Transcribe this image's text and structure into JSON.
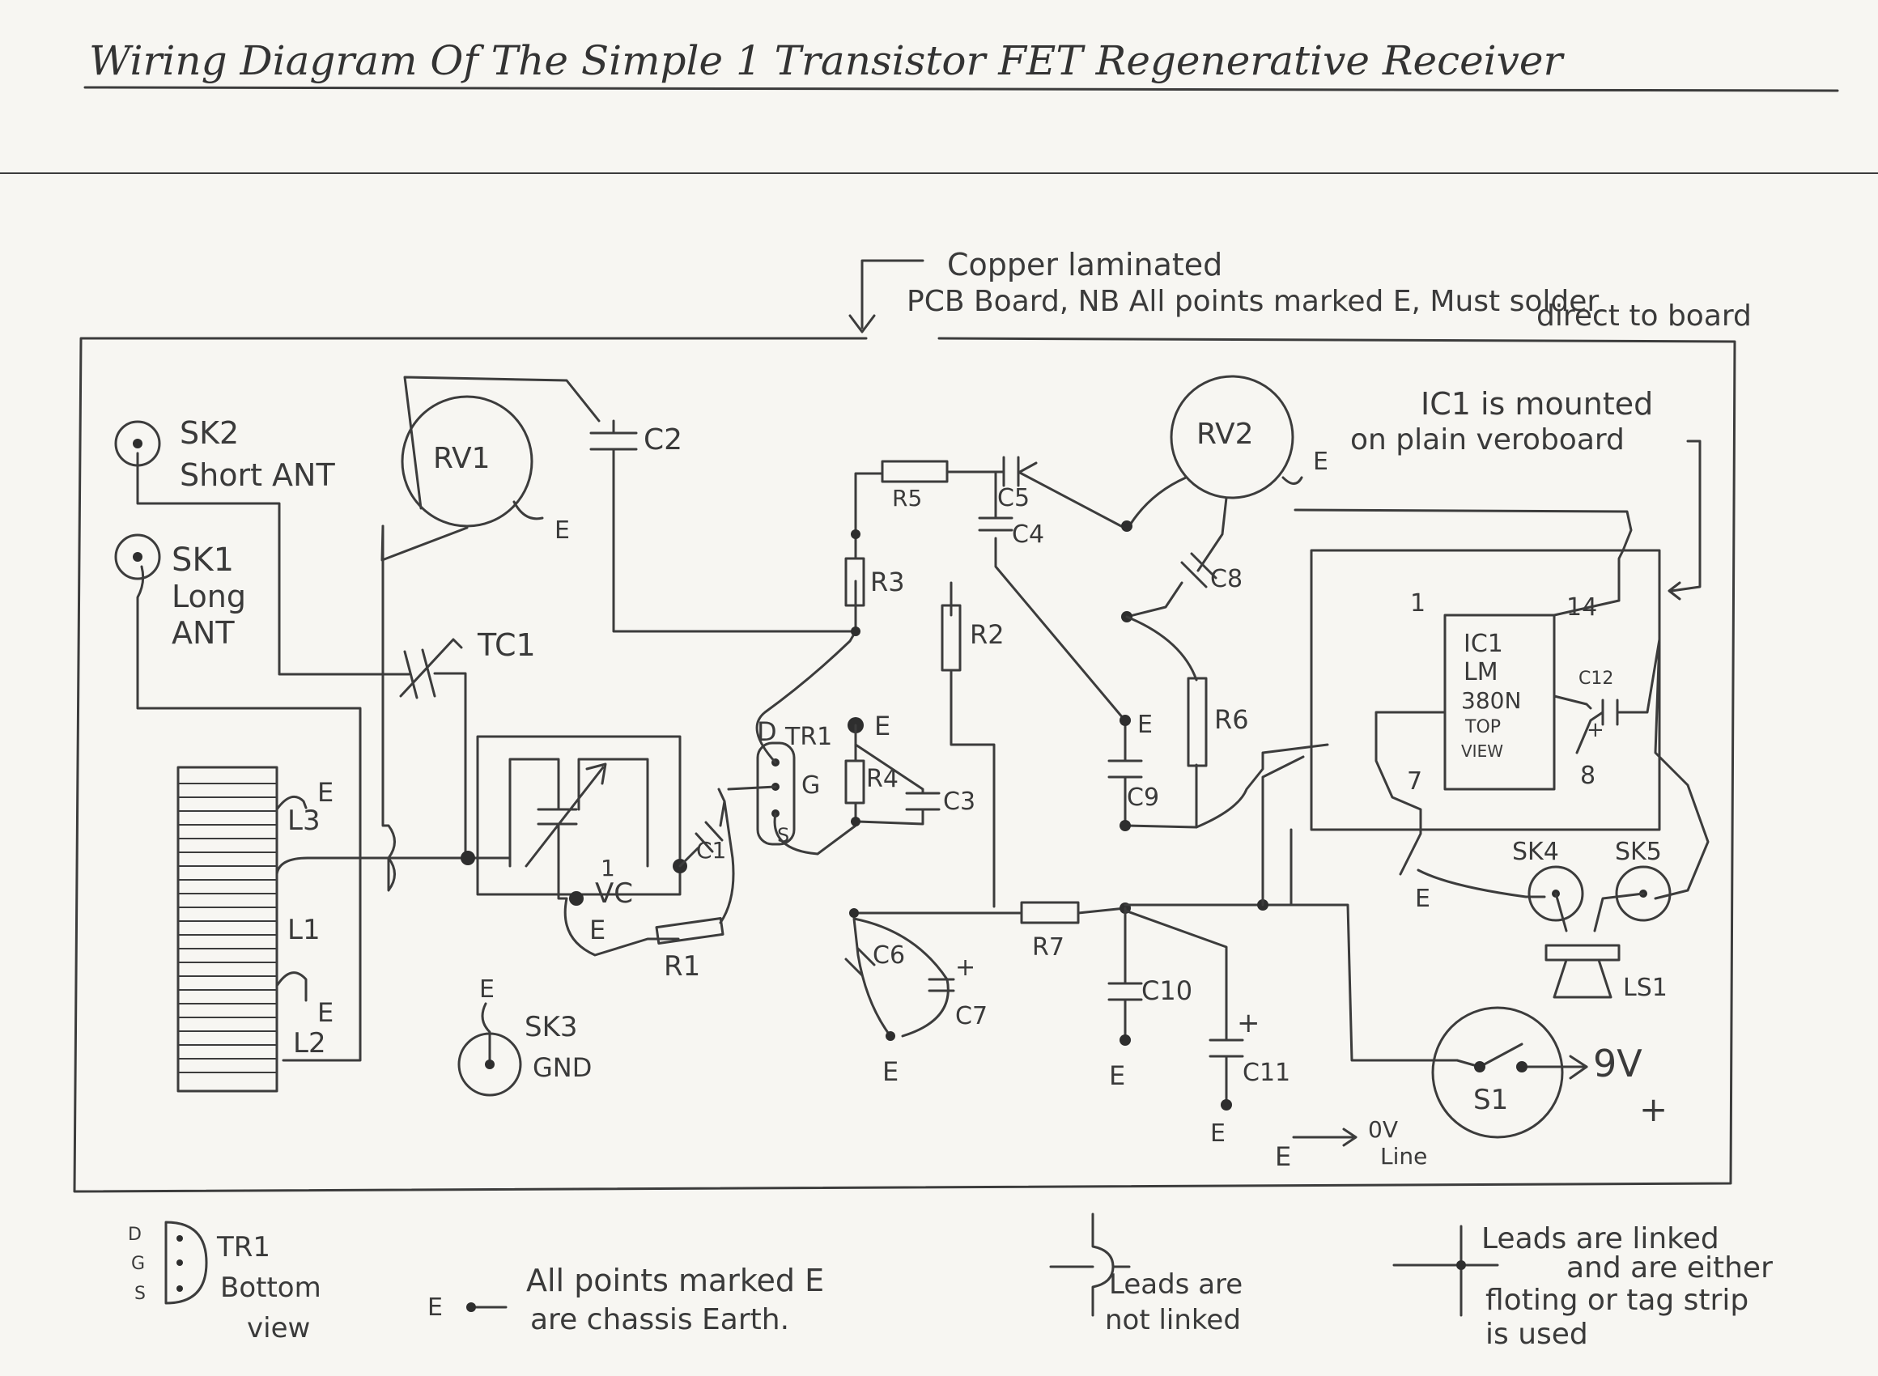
{
  "title": "Wiring Diagram Of The Simple 1 Transistor FET Regenerative Receiver",
  "board_note": {
    "line1": "Copper laminated",
    "line2": "PCB Board, NB All points marked E, Must solder",
    "line3": "direct to board"
  },
  "ic_note": {
    "line1": "IC1 is mounted",
    "line2": "on plain veroboard"
  },
  "components": {
    "sk2": "SK2",
    "sk2_desc": "Short ANT",
    "sk1": "SK1",
    "sk1_desc1": "Long",
    "sk1_desc2": "ANT",
    "rv1": "RV1",
    "rv2": "RV2",
    "c1": "C1",
    "c2": "C2",
    "c3": "C3",
    "c4": "C4",
    "c5": "C5",
    "c6": "C6",
    "c7": "C7",
    "c8": "C8",
    "c9": "C9",
    "c10": "C10",
    "c11": "C11",
    "c12": "C12",
    "r1": "R1",
    "r2": "R2",
    "r3": "R3",
    "r4": "R4",
    "r5": "R5",
    "r6": "R6",
    "r7": "R7",
    "tc1": "TC1",
    "vc1": "VC",
    "vc1_num": "1",
    "tr1": "TR1",
    "d": "D",
    "g": "G",
    "s": "S",
    "l1": "L1",
    "l2": "L2",
    "l3": "L3",
    "sk3": "SK3",
    "sk3_desc": "GND",
    "sk4": "SK4",
    "sk5": "SK5",
    "ls1": "LS1",
    "s1": "S1",
    "ic1_lines": [
      "IC1",
      "LM",
      "380N",
      "TOP",
      "VIEW"
    ],
    "pin1": "1",
    "pin7": "7",
    "pin8": "8",
    "pin14": "14",
    "earth": "E",
    "plus": "+",
    "nine_v": "9V",
    "zero_v": "0V",
    "line": "Line"
  },
  "legend": {
    "tr1_pins": [
      "D",
      "G",
      "S"
    ],
    "tr1_label": "TR1",
    "tr1_desc1": "Bottom",
    "tr1_desc2": "view",
    "earth_symbol": "E",
    "earth_desc1": "All points marked E",
    "earth_desc2": "are chassis Earth.",
    "notlinked1": "Leads are",
    "notlinked2": "not linked",
    "linked1": "Leads are linked",
    "linked2": "and are either",
    "linked3": "floting or tag strip",
    "linked4": "is used"
  }
}
